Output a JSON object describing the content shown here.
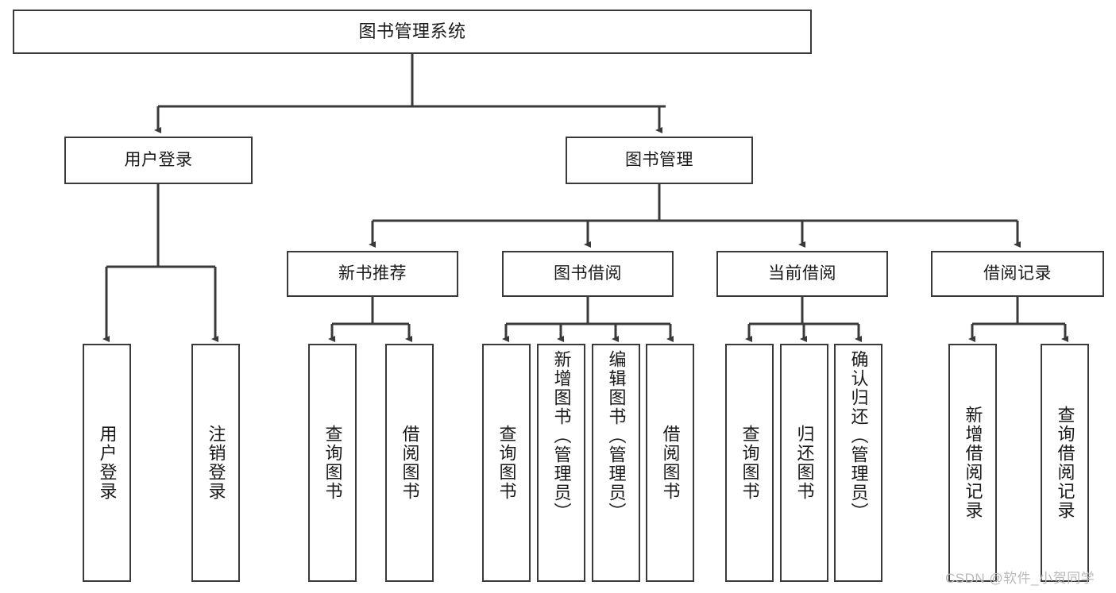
{
  "diagram": {
    "title": "图书管理系统",
    "type": "tree-hierarchy",
    "levels": 4,
    "colors": {
      "stroke": "#3a3a3a",
      "fill": "#ffffff",
      "text": "#1a1a1a",
      "watermark": "#b9b9b9"
    },
    "root": {
      "id": "root",
      "label": "图书管理系统"
    },
    "level2": [
      {
        "id": "user-login",
        "label": "用户登录"
      },
      {
        "id": "book-management",
        "label": "图书管理"
      }
    ],
    "level3": [
      {
        "id": "new-book-recommend",
        "label": "新书推荐"
      },
      {
        "id": "book-borrow",
        "label": "图书借阅"
      },
      {
        "id": "current-borrow",
        "label": "当前借阅"
      },
      {
        "id": "borrow-record",
        "label": "借阅记录"
      }
    ],
    "leaves": {
      "user_login": [
        {
          "id": "leaf-user-login",
          "label": "用户登录"
        },
        {
          "id": "leaf-logout-login",
          "label": "注销登录"
        }
      ],
      "new_book_recommend": [
        {
          "id": "leaf-query-book-1",
          "label": "查询图书"
        },
        {
          "id": "leaf-borrow-book-1",
          "label": "借阅图书"
        }
      ],
      "book_borrow": [
        {
          "id": "leaf-query-book-2",
          "label": "查询图书"
        },
        {
          "id": "leaf-add-book",
          "label": "新增图书（管理员）"
        },
        {
          "id": "leaf-edit-book",
          "label": "编辑图书（管理员）"
        },
        {
          "id": "leaf-borrow-book-2",
          "label": "借阅图书"
        }
      ],
      "current_borrow": [
        {
          "id": "leaf-query-book-3",
          "label": "查询图书"
        },
        {
          "id": "leaf-return-book",
          "label": "归还图书"
        },
        {
          "id": "leaf-confirm-return",
          "label": "确认归还（管理员）"
        }
      ],
      "borrow_record": [
        {
          "id": "leaf-add-borrow-record",
          "label": "新增借阅记录"
        },
        {
          "id": "leaf-query-borrow-record",
          "label": "查询借阅记录"
        }
      ]
    }
  },
  "watermark": {
    "text": "CSDN @软件_小贺同学"
  }
}
